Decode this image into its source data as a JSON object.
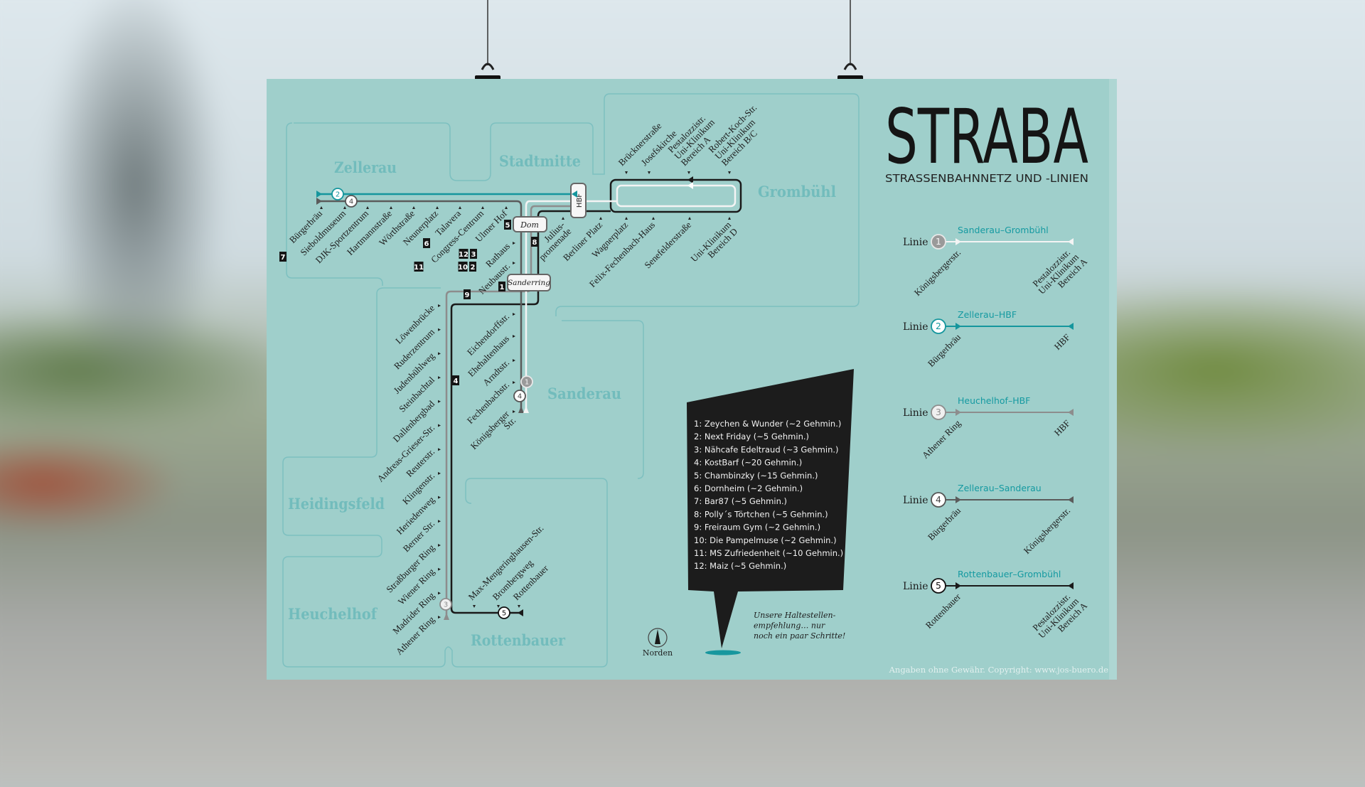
{
  "title": "STRABA",
  "subtitle": "STRASSENBAHNNETZ UND -LINIEN",
  "districts": {
    "zellerau": "Zellerau",
    "stadtmitte": "Stadtmitte",
    "grombuehl": "Grombühl",
    "sanderau": "Sanderau",
    "heidingsfeld": "Heidingsfeld",
    "heuchelhof": "Heuchelhof",
    "rottenbauer": "Rottenbauer"
  },
  "hubs": {
    "hbf": "HBF",
    "dom": "Dom",
    "sanderring": "Sanderring"
  },
  "stations": {
    "zellerau_row": [
      "Bürgerbräu",
      "Sieboldmuseum",
      "DJK-Sportzentrum",
      "Hartmannstraße",
      "Wörthstraße",
      "Neunerplatz",
      "Talavera",
      "Congress-Centrum",
      "Ulmer Hof"
    ],
    "center": [
      "Rathaus",
      "Neubaustr."
    ],
    "grombuehl_top": [
      [
        "Brücknerstraße"
      ],
      [
        "Josefskirche"
      ],
      [
        "Pestalozzistr.",
        "Uni-Klinikum",
        "Bereich A"
      ],
      [
        "Robert-Koch-Str.",
        "Uni-Klinikum",
        "Bereich B/C"
      ]
    ],
    "grombuehl_bottom": [
      [
        "Julius-",
        "promenade"
      ],
      [
        "Berliner Platz"
      ],
      [
        "Wagnerplatz"
      ],
      [
        "Felix-Fechenbach-Haus"
      ],
      [
        "Senefelderstraße"
      ],
      [
        "Uni-Klinikum",
        "Bereich D"
      ]
    ],
    "sanderau_left": [
      "Löwenbrücke",
      "Ruderzentrum",
      "Judenbühlweg",
      "Steinbachtal",
      "Dallenbergbad",
      "Andreas-Grieser-Str.",
      "Reuterstr.",
      "Klingenstr.",
      "Heriedenweg",
      "Berner Str.",
      "Straßburger Ring",
      "Wiener Ring",
      "Madrider Ring",
      "Athener Ring"
    ],
    "sanderau_right": [
      [
        "Eichendorffstr."
      ],
      [
        "Ehehaltenhaus"
      ],
      [
        "Arndtstr."
      ],
      [
        "Fechenbachstr."
      ],
      [
        "Königsberger",
        "Str."
      ]
    ],
    "rottenbauer": [
      "Max-Mengeringhausen-Str.",
      "Brombergweg",
      "Rottenbauer"
    ]
  },
  "markers": [
    "7",
    "6",
    "12",
    "3",
    "11",
    "10",
    "2",
    "5",
    "8",
    "9",
    "1",
    "4"
  ],
  "map_line_badges": [
    "2",
    "4",
    "1",
    "4",
    "3",
    "5"
  ],
  "line_colors": {
    "1": "#f4f4f4",
    "2": "#15969d",
    "3": "#8d8d8d",
    "4": "#5b5b5b",
    "5": "#1a1a1a"
  },
  "legend": {
    "label": "Linie",
    "lines": [
      {
        "number": "1",
        "route": "Sanderau–Grombühl",
        "start": [
          "Königsbergerstr."
        ],
        "end": [
          "Pestalozzistr.",
          "Uni-Klinikum",
          "Bereich A"
        ]
      },
      {
        "number": "2",
        "route": "Zellerau–HBF",
        "start": [
          "Bürgerbräu"
        ],
        "end": [
          "HBF"
        ]
      },
      {
        "number": "3",
        "route": "Heuchelhof–HBF",
        "start": [
          "Athener Ring"
        ],
        "end": [
          "HBF"
        ]
      },
      {
        "number": "4",
        "route": "Zellerau–Sanderau",
        "start": [
          "Bürgerbräu"
        ],
        "end": [
          "Königsbergerstr."
        ]
      },
      {
        "number": "5",
        "route": "Rottenbauer–Grombühl",
        "start": [
          "Rottenbauer"
        ],
        "end": [
          "Pestalozzistr.",
          "Uni-Klinikum",
          "Bereich A"
        ]
      }
    ]
  },
  "recommendations": {
    "items": [
      "1: Zeychen & Wunder (~2 Gehmin.)",
      "2: Next Friday (~5 Gehmin.)",
      "3: Nähcafe Edeltraud (~3 Gehmin.)",
      "4: KostBarf (~20 Gehmin.)",
      "5: Chambinzky (~15 Gehmin.)",
      "6: Dornheim (~2 Gehmin.)",
      "7: Bar87 (~5 Gehmin.)",
      "8: Polly´s Törtchen (~5 Gehmin.)",
      "9: Freiraum Gym (~2 Gehmin.)",
      "10: Die Pampelmuse (~2 Gehmin.)",
      "11: MS Zufriedenheit (~10 Gehmin.)",
      "12: Maiz (~5 Gehmin.)"
    ],
    "caption": [
      "Unsere Haltestellen-",
      "empfehlung… nur",
      "noch ein paar Schritte!"
    ]
  },
  "compass": "Norden",
  "footer": "Angaben ohne Gewähr. Copyright: www.jos-buero.de"
}
